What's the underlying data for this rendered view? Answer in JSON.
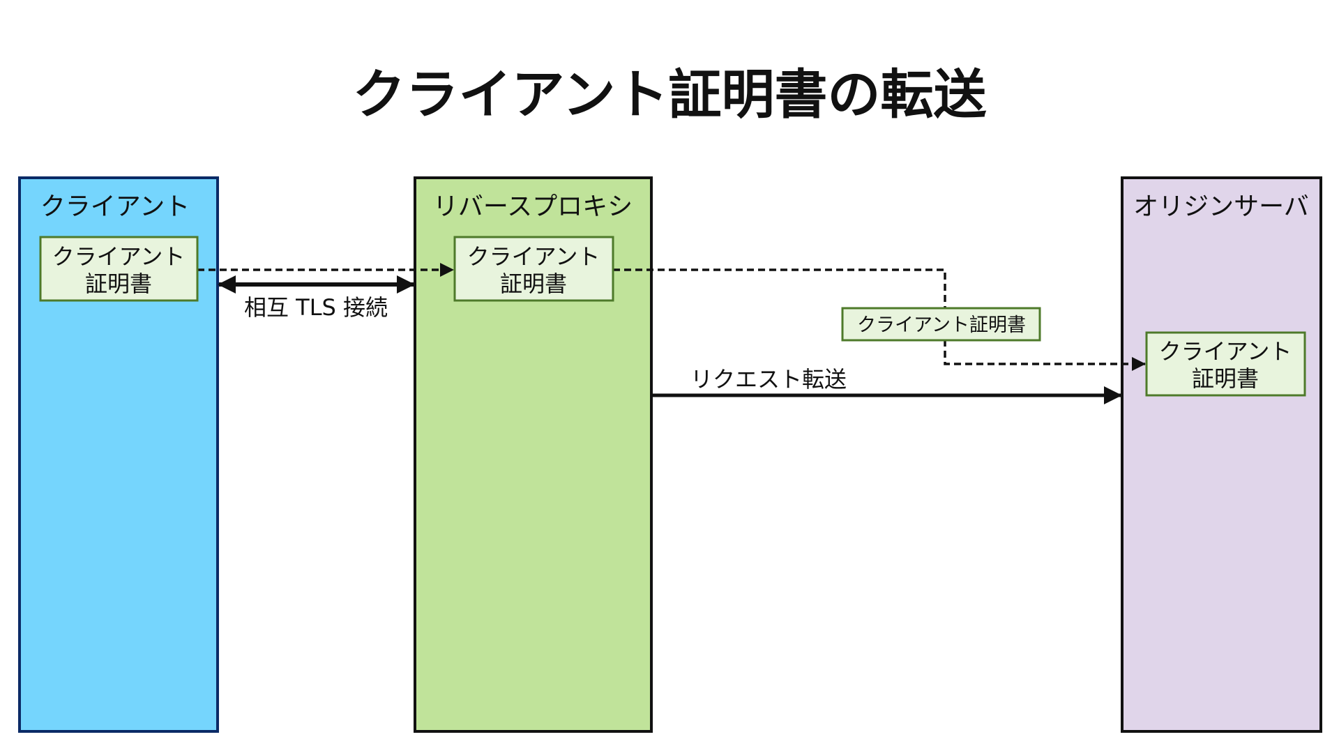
{
  "title": "クライアント証明書の転送",
  "lanes": {
    "client": {
      "label": "クライアント",
      "color": "#75d5fd",
      "border": "#0b2a66"
    },
    "proxy": {
      "label": "リバースプロキシ",
      "color": "#c0e39a",
      "border": "#111111"
    },
    "origin": {
      "label": "オリジンサーバ",
      "color": "#e0d5ea",
      "border": "#111111"
    }
  },
  "cert": {
    "line1": "クライアント",
    "line2": "証明書",
    "inline": "クライアント証明書",
    "color": "#e8f4dd",
    "border": "#4e7a2a"
  },
  "arrows": {
    "mtls": "相互 TLS 接続",
    "forward": "リクエスト転送"
  }
}
